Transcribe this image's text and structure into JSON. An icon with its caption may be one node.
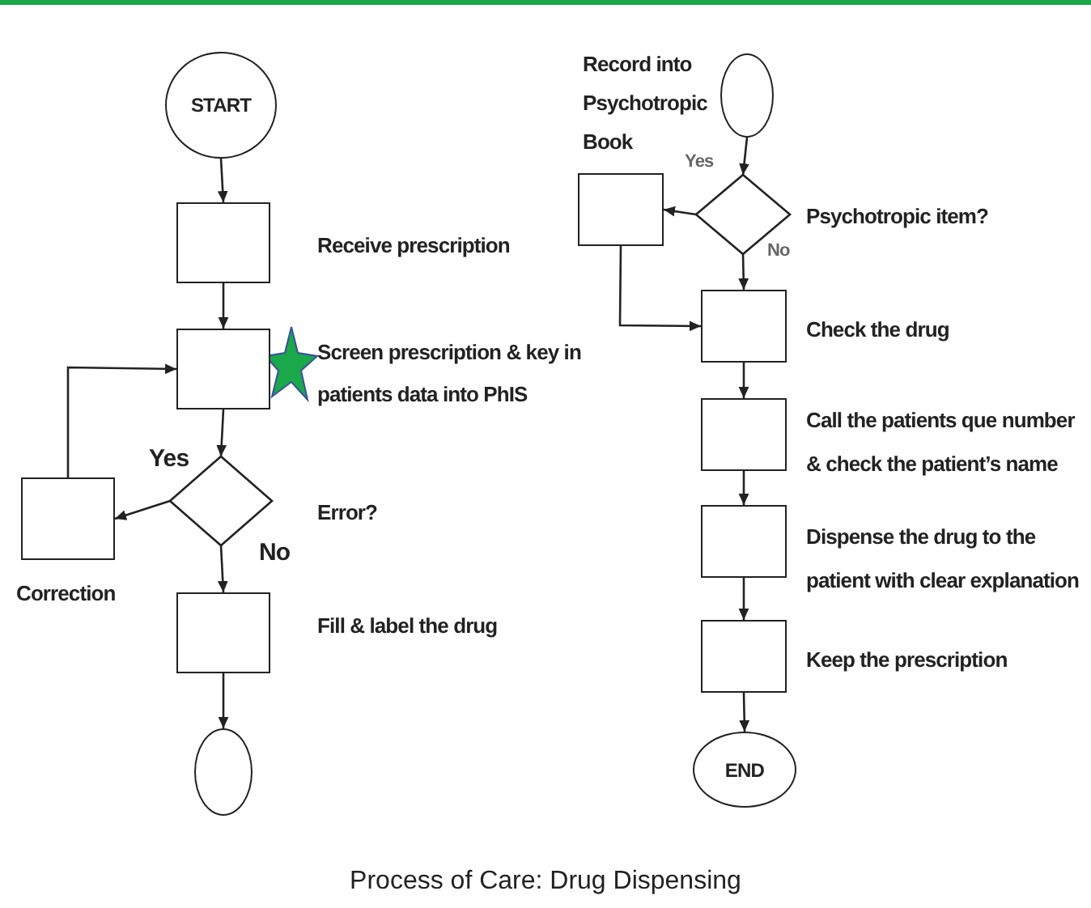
{
  "diagram": {
    "caption": "Process of Care: Drug Dispensing",
    "nodes": [
      {
        "text": [
          "START"
        ]
      },
      {
        "text": [
          "Receive prescription"
        ]
      },
      {
        "text": [
          "Screen prescription & key in patients data into PhIS"
        ]
      },
      {
        "text": [
          "Error?"
        ]
      },
      {
        "text": [
          "Correction"
        ]
      },
      {
        "text": [
          "Fill & label the drug"
        ]
      },
      {
        "text": [],
        "shape": "circle"
      },
      {
        "text": [],
        "shape": "circle"
      },
      {
        "text": [
          "Psychotropic item?"
        ]
      },
      {
        "text": [
          "Record into Psychotropic Book"
        ]
      },
      {
        "text": [
          "Check the drug"
        ]
      },
      {
        "text": [
          "Call the patients que number & check the patient’s name"
        ]
      },
      {
        "text": [
          "Dispense the drug to the patient with clear explanation"
        ]
      },
      {
        "text": [
          "Keep the prescription"
        ]
      },
      {
        "text": [
          "END"
        ]
      }
    ],
    "edges": [
      {
        "from": 0,
        "to": 1,
        "arrow": "to"
      },
      {
        "from": 1,
        "to": 2,
        "arrow": "to"
      },
      {
        "from": 2,
        "to": 3,
        "arrow": "to"
      },
      {
        "from": 3,
        "to": 4,
        "arrow": "to",
        "label": "Yes"
      },
      {
        "from": 4,
        "to": 2,
        "arrow": "to"
      },
      {
        "from": 3,
        "to": 5,
        "arrow": "to",
        "label": "No"
      },
      {
        "from": 5,
        "to": 6,
        "arrow": "to"
      },
      {
        "from": 7,
        "to": 8,
        "arrow": "to"
      },
      {
        "from": 8,
        "to": 9,
        "arrow": "to",
        "label": "Yes"
      },
      {
        "from": 8,
        "to": 10,
        "arrow": "to",
        "label": "No"
      },
      {
        "from": 9,
        "to": 10,
        "arrow": "to"
      },
      {
        "from": 10,
        "to": 11,
        "arrow": "to"
      },
      {
        "from": 11,
        "to": 12,
        "arrow": "to"
      },
      {
        "from": 12,
        "to": 13,
        "arrow": "to"
      },
      {
        "from": 13,
        "to": 14,
        "arrow": "to"
      }
    ]
  }
}
